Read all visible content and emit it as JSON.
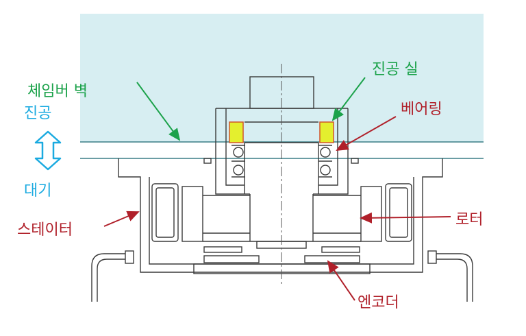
{
  "labels": {
    "chamber_wall": {
      "text": "체임버 벽",
      "color": "#1ba24a"
    },
    "vacuum_seal": {
      "text": "진공 실",
      "color": "#1ba24a"
    },
    "vacuum": {
      "text": "진공",
      "color": "#1aaae0"
    },
    "atmosphere": {
      "text": "대기",
      "color": "#1aaae0"
    },
    "bearing": {
      "text": "베어링",
      "color": "#b0202a"
    },
    "stator": {
      "text": "스테이터",
      "color": "#b0202a"
    },
    "rotor": {
      "text": "로터",
      "color": "#b0202a"
    },
    "encoder": {
      "text": "엔코더",
      "color": "#b0202a"
    }
  },
  "colors": {
    "vacuum_region": "#d7eef2",
    "seal_fill": "#e4ef2e"
  }
}
